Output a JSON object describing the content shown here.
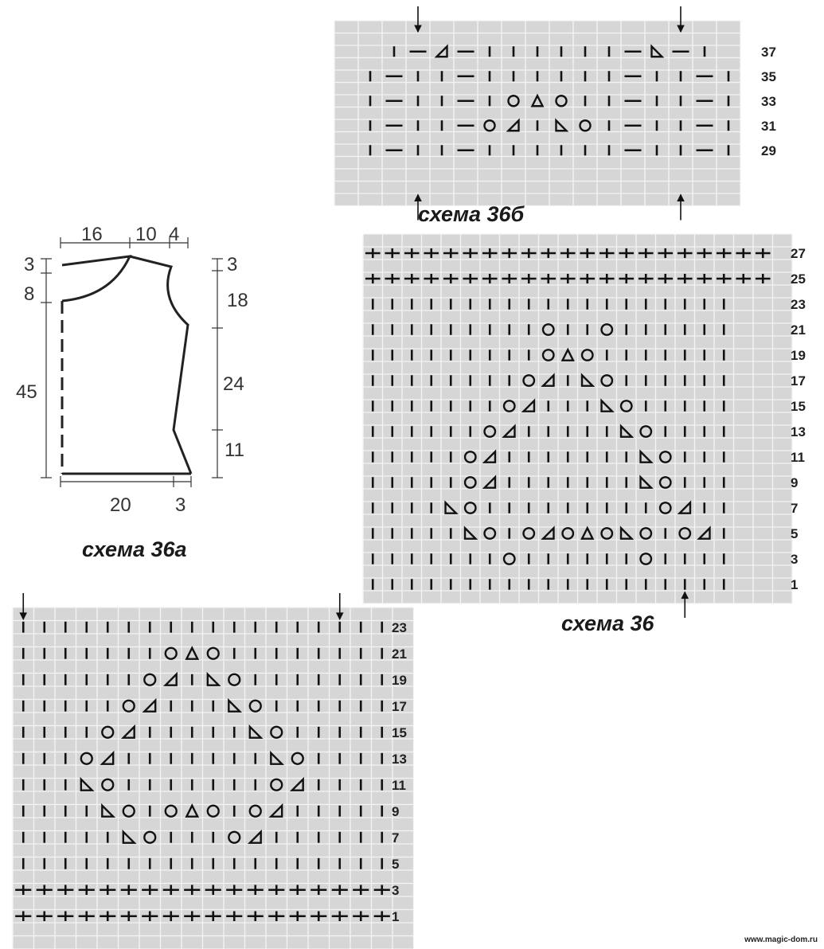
{
  "captions": {
    "chart36b": "схема 36б",
    "chart36": "схема 36",
    "chart36a": "схема 36а"
  },
  "watermark": "www.magic-dom.ru",
  "schematic": {
    "top_dims": [
      "16",
      "10",
      "4"
    ],
    "left_dims": [
      "3",
      "8",
      "45"
    ],
    "right_dims": [
      "3",
      "18",
      "24",
      "11"
    ],
    "bottom_dims": [
      "20",
      "3"
    ]
  },
  "charts": {
    "c36b": {
      "row_labels": [
        "37",
        "35",
        "33",
        "31",
        "29"
      ],
      "grid_rows": [
        "..I-L-IIIIII-R-I.",
        ".I-II-IIIIII-II-I",
        ".I-II-IOTOII-II-I",
        ".I-II-OLIROI-II-I",
        ".I-II-IIIIII-II-I"
      ],
      "arrows_down": [
        3,
        14
      ],
      "arrows_up": [
        3,
        14
      ]
    },
    "c36": {
      "row_labels": [
        "27",
        "25",
        "23",
        "21",
        "19",
        "17",
        "15",
        "13",
        "11",
        "9",
        "7",
        "5",
        "3",
        "1"
      ],
      "grid_rows": [
        "+++++++++++++++++++++",
        "+++++++++++++++++++++",
        "IIIIIIIIIIIIIIIIIII",
        "IIIIIIIIIOIIOIIIIII",
        "IIIIIIIIIOTOIIIIIII",
        "IIIIIIIIOLIROIIIIII",
        "IIIIIIIOLIIIROIIIII",
        "IIIIIIOLIIIIIROIIII",
        "IIIIIOLIIIIIIIROIII",
        "IIIIIOLIIIIIIIROIII",
        "IIIIROIIIIIIIIIOLII",
        "IIIIIROIOLOTOROIOLI",
        "IIIIIIIOIIIIIIOIIII",
        "IIIIIIIIIIIIIIIIIII"
      ],
      "arrows_up": [
        16
      ]
    },
    "c36a": {
      "row_labels": [
        "23",
        "21",
        "19",
        "17",
        "15",
        "13",
        "11",
        "9",
        "7",
        "5",
        "3",
        "1"
      ],
      "grid_rows": [
        "IIIIIIIIIIIIIIIIII",
        "IIIIIIIOTOIIIIIIII",
        "IIIIIIOLIROIIIIIII",
        "IIIIIOLIIIROIIIIII",
        "IIIIOLIIIIIROIIIII",
        "IIIOLIIIIIIIROIIII",
        "IIIROIIIIIIIOLIIII",
        "IIIIROIOTOIOLIIIII",
        "IIIIIROIIIOLIIIIII",
        "IIIIIIIIIIIIIIIIII",
        "++++++++++++++++++",
        "++++++++++++++++++"
      ],
      "arrows_down": [
        0,
        15
      ]
    }
  }
}
